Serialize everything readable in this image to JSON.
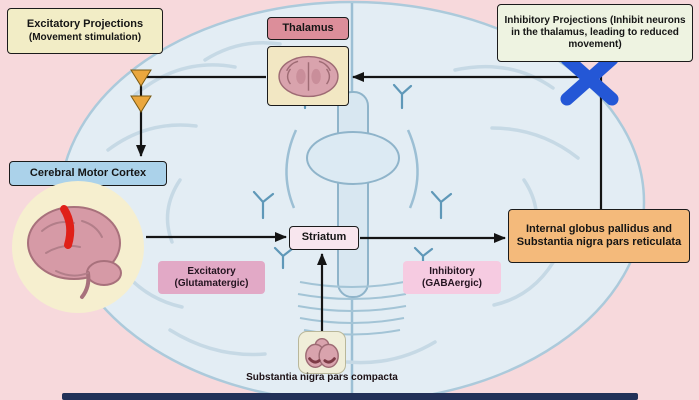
{
  "diagram": {
    "labels": {
      "excitatory_projections": {
        "title": "Excitatory Projections",
        "subtitle": "(Movement stimulation)"
      },
      "thalamus": "Thalamus",
      "inhibitory_projections": "Inhibitory Projections (Inhibit neurons in the thalamus, leading to reduced movement)",
      "cerebral_motor_cortex": "Cerebral Motor Cortex",
      "striatum": "Striatum",
      "excitatory_synapse": {
        "title": "Excitatory",
        "subtitle": "(Glutamatergic)"
      },
      "inhibitory_synapse": {
        "title": "Inhibitory",
        "subtitle": "(GABAergic)"
      },
      "gpi_snr": "Internal globus pallidus and Substantia nigra pars reticulata",
      "snc": "Substantia nigra pars compacta"
    },
    "icons": {
      "inhibition_cross": "bold-blue-x-blocked-projection",
      "excitatory_synapse_triangle": "orange-triangle-down-synapse"
    },
    "colors": {
      "background": "#f7d9dc",
      "brain_fill": "#e3edf4",
      "brain_outline": "#accadb",
      "excitatory_box_bg": "#f2edc6",
      "inhibitory_box_bg": "#eef3e1",
      "thalamus_label_bg": "#dc8e9a",
      "motor_cortex_bg": "#abd2ea",
      "striatum_bg": "#f8e6ee",
      "gpi_box_bg": "#f4ba7b",
      "excitatory_tag_bg": "#e2a9c6",
      "inhibitory_tag_bg": "#f6cbe1",
      "inhibition_cross": "#2457d6",
      "synapse_triangle": "#eaa73e",
      "motor_cortex_highlight": "#e02019",
      "arrow": "#141414"
    }
  }
}
